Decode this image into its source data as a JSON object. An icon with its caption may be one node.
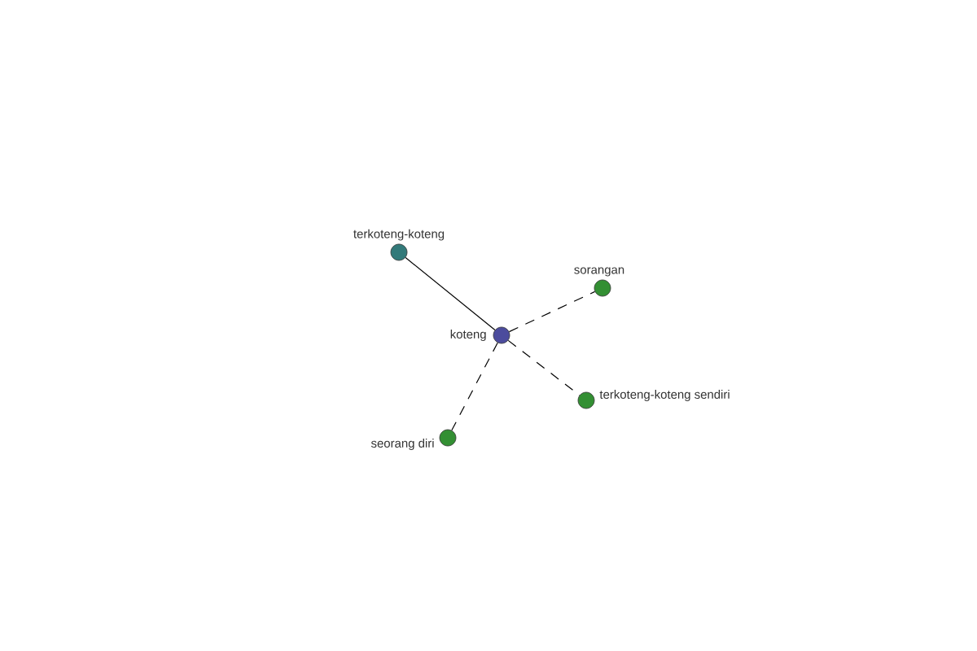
{
  "diagram": {
    "nodes": [
      {
        "text": [
          "terkoteng-koteng"
        ]
      },
      {
        "text": [
          "sorangan"
        ]
      },
      {
        "text": [
          "koteng"
        ]
      },
      {
        "text": [
          "terkoteng-koteng sendiri"
        ]
      },
      {
        "text": [
          "seorang diri"
        ]
      }
    ],
    "edges": [
      {
        "from": 2,
        "to": 0,
        "arrow": "none"
      },
      {
        "from": 2,
        "to": 1,
        "arrow": "none",
        "style": "dashed"
      },
      {
        "from": 2,
        "to": 3,
        "arrow": "none",
        "style": "dashed"
      },
      {
        "from": 2,
        "to": 4,
        "arrow": "none",
        "style": "dashed"
      }
    ]
  }
}
